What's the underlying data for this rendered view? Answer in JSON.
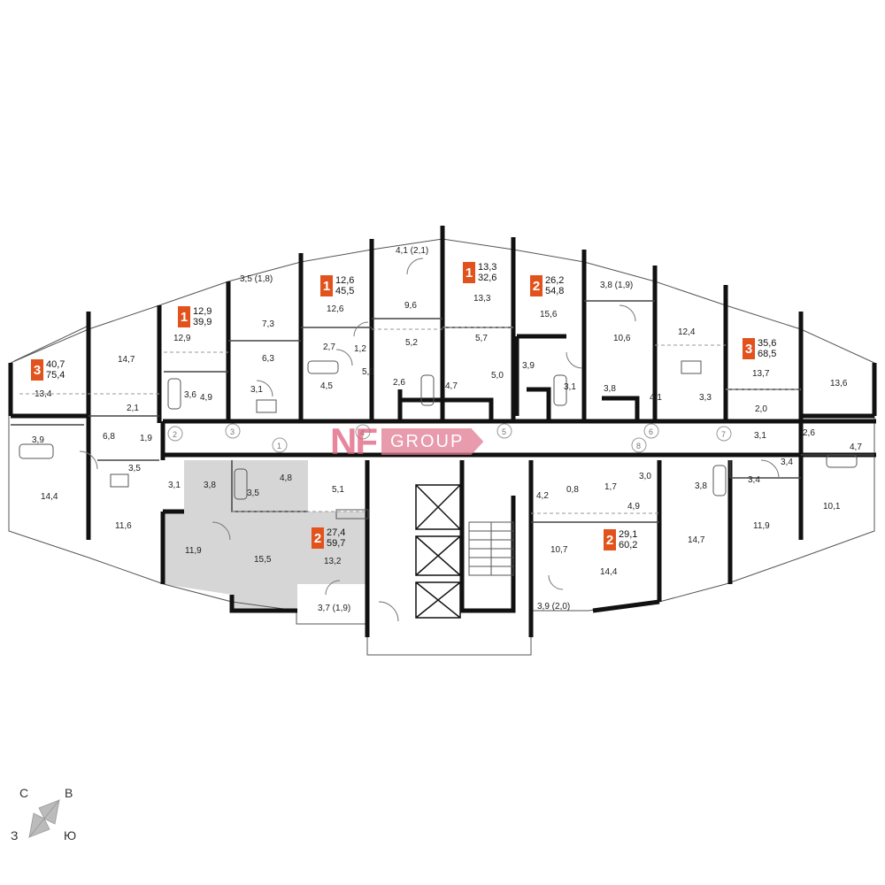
{
  "logo": {
    "mark": "NF",
    "word": "GROUP"
  },
  "compass": {
    "n": "С",
    "e": "В",
    "w": "З",
    "s": "Ю"
  },
  "apartments": [
    {
      "id": "a1",
      "rooms": "3",
      "living": "40,7",
      "total": "75,4"
    },
    {
      "id": "a2",
      "rooms": "1",
      "living": "12,9",
      "total": "39,9"
    },
    {
      "id": "a3",
      "rooms": "1",
      "living": "12,6",
      "total": "45,5"
    },
    {
      "id": "a4",
      "rooms": "1",
      "living": "13,3",
      "total": "32,6"
    },
    {
      "id": "a5",
      "rooms": "2",
      "living": "26,2",
      "total": "54,8"
    },
    {
      "id": "a6",
      "rooms": "3",
      "living": "35,6",
      "total": "68,5"
    },
    {
      "id": "a7",
      "rooms": "2",
      "living": "27,4",
      "total": "59,7",
      "highlighted": true
    },
    {
      "id": "a8",
      "rooms": "2",
      "living": "29,1",
      "total": "60,2"
    }
  ],
  "room_areas": [
    "4,1 (2,1)",
    "3,5 (1,8)",
    "3,8 (1,9)",
    "14,7",
    "13,4",
    "12,9",
    "7,3",
    "6,3",
    "12,6",
    "9,6",
    "13,3",
    "15,6",
    "10,6",
    "12,4",
    "13,7",
    "13,6",
    "2,7",
    "1,2",
    "5,2",
    "5,7",
    "3,9",
    "4,9",
    "3,6",
    "3,1",
    "4,5",
    "5,0",
    "2,6",
    "4,7",
    "5,0",
    "3,1",
    "3,8",
    "4,1",
    "3,3",
    "2,1",
    "2,0",
    "3,9",
    "6,8",
    "1,9",
    "3,1",
    "2,6",
    "4,7",
    "14,4",
    "3,5",
    "3,1",
    "3,8",
    "3,5",
    "4,8",
    "5,1",
    "11,6",
    "11,9",
    "15,5",
    "13,2",
    "3,7 (1,9)",
    "4,2",
    "0,8",
    "1,7",
    "3,0",
    "4,9",
    "3,4",
    "3,8",
    "3,4",
    "10,7",
    "14,4",
    "14,7",
    "11,9",
    "10,1",
    "3,9 (2,0)"
  ],
  "door_numbers": [
    "2",
    "3",
    "1",
    "4",
    "5",
    "6",
    "7",
    "8"
  ],
  "colors": {
    "accent": "#e2521c",
    "wall": "#111111",
    "highlight": "#d6d6d6",
    "logo": "#e0607d"
  }
}
